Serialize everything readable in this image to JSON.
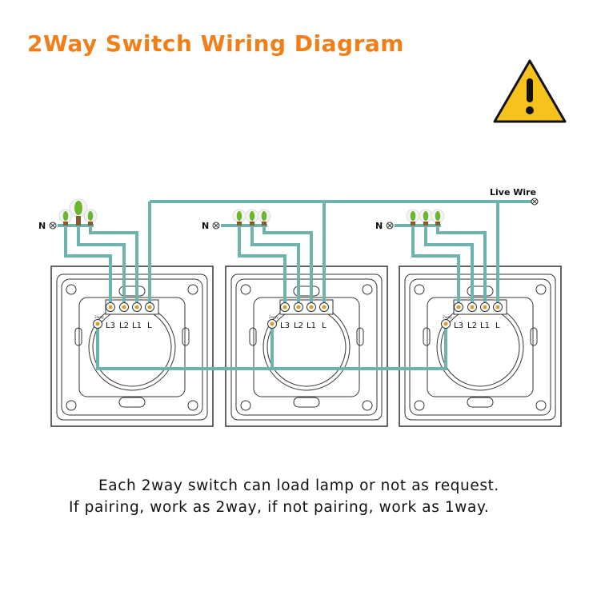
{
  "title": "2Way Switch Wiring Diagram",
  "live_wire_label": "Live Wire",
  "neutral_label": "N",
  "terminal_labels": [
    "L3",
    "L2",
    "L1",
    "L"
  ],
  "twoway_label": "2way",
  "notes": [
    "Each 2way switch can load lamp or not as request.",
    "If pairing,  work as 2way,  if not pairing,  work as 1way."
  ],
  "colors": {
    "title": "#f07f1a",
    "wire": "#6fb3b0",
    "warning": "#f7c21b",
    "lamp": "#6cb52d"
  },
  "icons": [
    "warning-icon",
    "lamp-icon",
    "terminal-icon"
  ]
}
